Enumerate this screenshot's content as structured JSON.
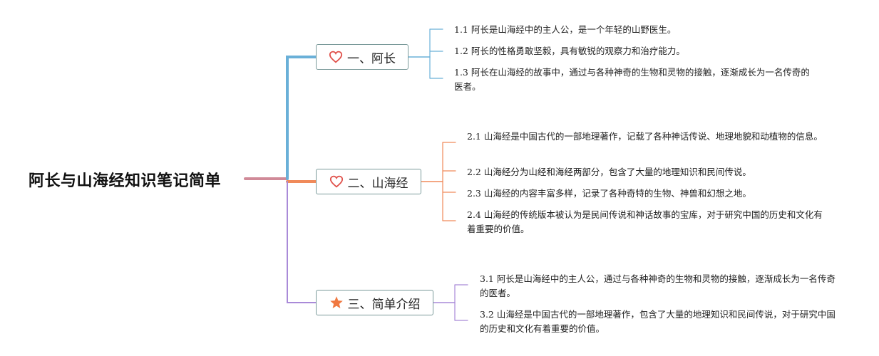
{
  "root": {
    "title": "阿长与山海经知识笔记简单"
  },
  "branches": [
    {
      "label": "一、阿长",
      "icon": "heart-outline-icon",
      "color": "#6ab0d8",
      "children": [
        "1.1 阿长是山海经中的主人公，是一个年轻的山野医生。",
        "1.2 阿长的性格勇敢坚毅，具有敏锐的观察力和治疗能力。",
        "1.3 阿长在山海经的故事中，通过与各种神奇的生物和灵物的接触，逐渐成长为一名传奇的医者。"
      ]
    },
    {
      "label": "二、山海经",
      "icon": "heart-outline-icon",
      "color": "#f08a5a",
      "children": [
        "2.1 山海经是中国古代的一部地理著作，记载了各种神话传说、地理地貌和动植物的信息。",
        "2.2 山海经分为山经和海经两部分，包含了大量的地理知识和民间传说。",
        "2.3 山海经的内容丰富多样，记录了各种奇特的生物、神兽和幻想之地。",
        "2.4 山海经的传统版本被认为是民间传说和神话故事的宝库，对于研究中国的历史和文化有着重要的价值。"
      ]
    },
    {
      "label": "三、简单介绍",
      "icon": "star-icon",
      "color": "#a98ad8",
      "children": [
        "3.1 阿长是山海经中的主人公，通过与各种神奇的生物和灵物的接触，逐渐成长为一名传奇的医者。",
        "3.2 山海经是中国古代的一部地理著作，包含了大量的地理知识和民间传说，对于研究中国的历史和文化有着重要的价值。"
      ]
    }
  ],
  "colors": {
    "root_connector": "#d08a98",
    "node_border": "#7a9a9a",
    "icon_red": "#e0504a",
    "star_orange": "#f07840"
  }
}
